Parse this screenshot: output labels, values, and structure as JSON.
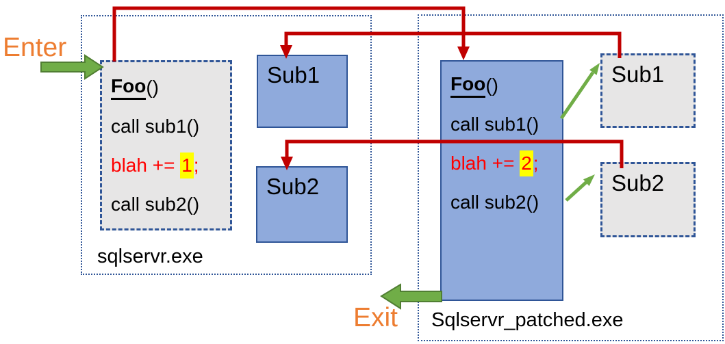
{
  "colors": {
    "red": "#C00000",
    "code_red": "#FF0000",
    "green": "#70AD47",
    "green_dark": "#507E32",
    "orange": "#ED7D31",
    "blue_fill": "#8FAADC",
    "blue_border": "#2F5597",
    "gray_fill": "#E7E6E6",
    "highlight": "#FFFF00"
  },
  "annotations": {
    "enter": "Enter",
    "exit": "Exit"
  },
  "left_process": {
    "name": "sqlservr.exe",
    "foo": {
      "name": "Foo",
      "parens": "()",
      "call1": "call sub1()",
      "patch_prefix": "blah += ",
      "patch_value": "1",
      "patch_suffix": ";",
      "call2": "call sub2()"
    },
    "sub1": "Sub1",
    "sub2": "Sub2"
  },
  "right_process": {
    "name": "Sqlservr_patched.exe",
    "foo": {
      "name": "Foo",
      "parens": "()",
      "call1": "call sub1()",
      "patch_prefix": "blah += ",
      "patch_value": "2",
      "patch_suffix": ";",
      "call2": "call sub2()"
    },
    "sub1": "Sub1",
    "sub2": "Sub2"
  }
}
